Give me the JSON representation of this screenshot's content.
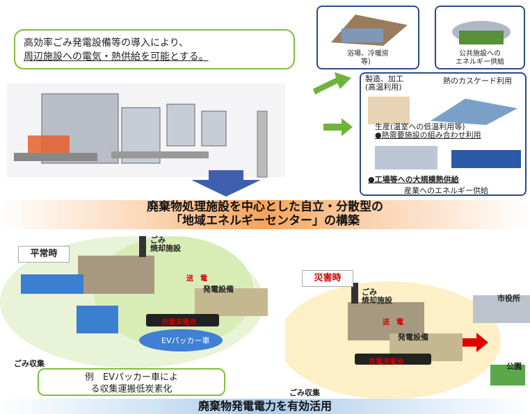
{
  "callout": {
    "line1": "高効率ごみ発電設備等の導入により、",
    "line2": "周辺施設への電気・熱供給を可能とする。"
  },
  "top_boxes": {
    "bath": "浴場、冷暖房\n等）",
    "public": "公共施設への\nエネルギー供給"
  },
  "industry_box": {
    "manufacturing": "製造、加工\n(高温利用)",
    "cascade": "熱のカスケード利用",
    "production": "生産(温室への低温利用等)",
    "combo": "●熱需要施設の組み合わせ利用",
    "factory": "●工場等への大規模熱供給",
    "industry": "産業へのエネルギー供給"
  },
  "banner_top": {
    "line1": "廃棄物処理施設を中心とした自立・分散型の",
    "line2": "「地域エネルギーセンター」の構築"
  },
  "normal": {
    "title": "平常時",
    "plant": "ごみ\n焼却施設",
    "power_send": "送　電",
    "generator": "発電設備",
    "charge": "充電済電池",
    "ev_truck": "EVパッカー車",
    "collect": "ごみ収集"
  },
  "disaster": {
    "title": "災害時",
    "plant": "ごみ\n焼却施設",
    "power_send": "送　電",
    "generator": "発電設備",
    "charge": "充電済電池",
    "city_hall": "市役所",
    "public_facility": "公園",
    "collect": "ごみ収集"
  },
  "note": {
    "line1": "例　EVパッカー車によ",
    "line2": "る収集運搬低炭素化"
  },
  "banner_bottom": "廃棄物発電電力を有効活用",
  "colors": {
    "green": "#7cc13a",
    "navy": "#2a4a8a",
    "arrow_blue": "#3f5fae",
    "orange": "#f7a35a",
    "red": "#d40000"
  }
}
